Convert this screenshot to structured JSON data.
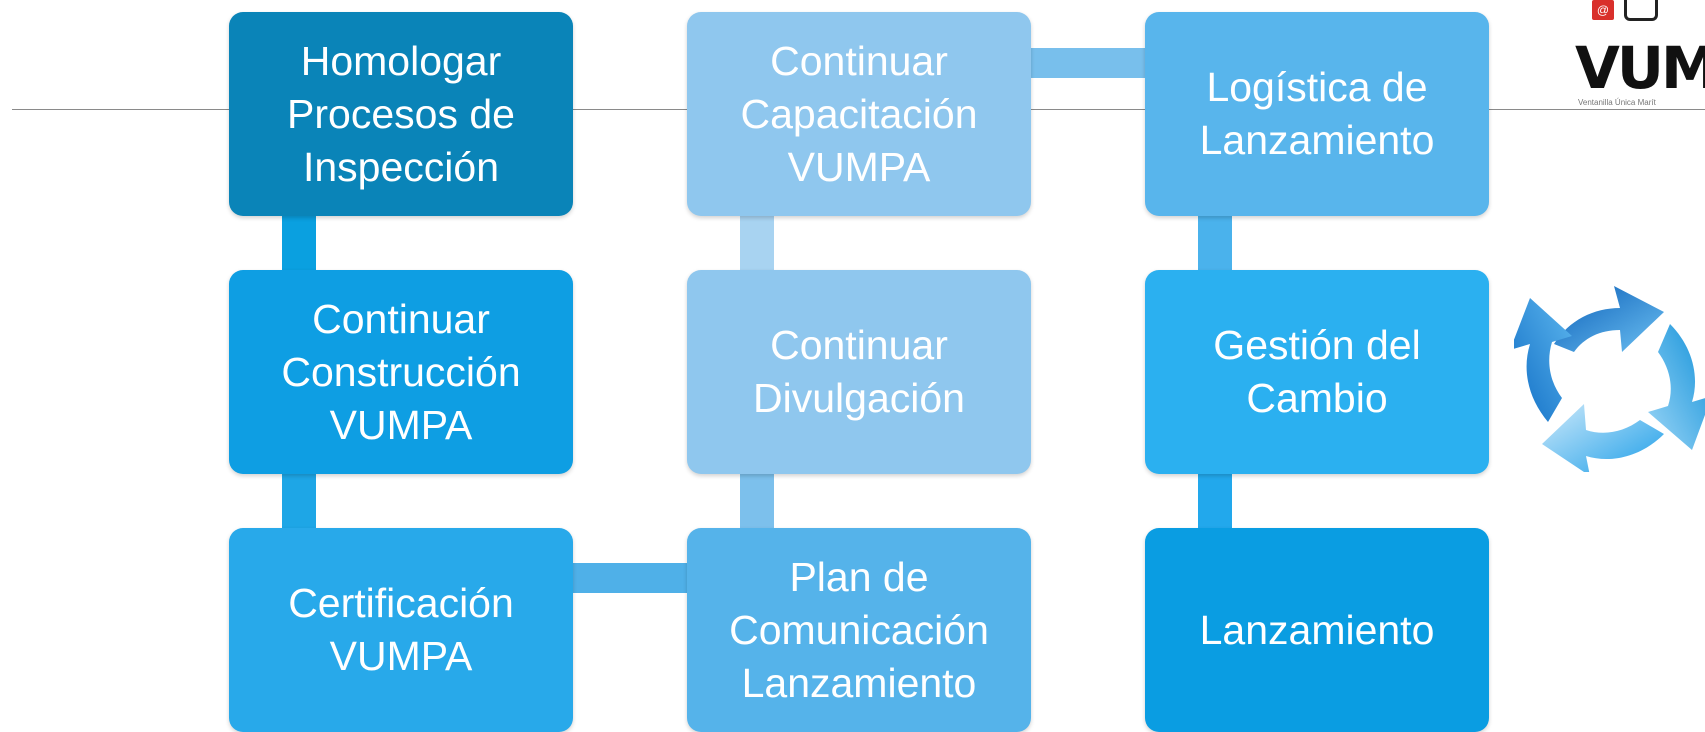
{
  "boxes": {
    "b1": "Homologar Procesos de Inspección",
    "b2": "Continuar Construcción VUMPA",
    "b3": "Certificación VUMPA",
    "b4": "Plan de Comunicación Lanzamiento",
    "b5": "Continuar Divulgación",
    "b6": "Continuar Capacitación VUMPA",
    "b7": "Logística de Lanzamiento",
    "b8": "Gestión del Cambio",
    "b9": "Lanzamiento"
  },
  "box_lines": {
    "b1": [
      "Homologar",
      "Procesos de",
      "Inspección"
    ],
    "b2": [
      "Continuar",
      "Construcción",
      "VUMPA"
    ],
    "b3": [
      "Certificación",
      "VUMPA"
    ],
    "b4": [
      "Plan de",
      "Comunicación",
      "Lanzamiento"
    ],
    "b5": [
      "Continuar",
      "Divulgación"
    ],
    "b6": [
      "Continuar",
      "Capacitación",
      "VUMPA"
    ],
    "b7": [
      "Logística de",
      "Lanzamiento"
    ],
    "b8": [
      "Gestión del",
      "Cambio"
    ],
    "b9": [
      "Lanzamiento"
    ]
  },
  "colors": {
    "b1": "#0a84b8",
    "b2": "#0e9ee3",
    "b3": "#28a9ea",
    "b4": "#55b3ea",
    "b5": "#8fc7ee",
    "b6": "#8fc7ee",
    "b7": "#58b5ec",
    "b8": "#2bb0f0",
    "b9": "#0a9de2",
    "connector_dark": "#0aa0e0",
    "connector_light": "#a8d3f1",
    "connector_mid": "#6fbde9",
    "rule": "#8a8a8a"
  },
  "logo": {
    "text": "VUM",
    "subtitle": "Ventanilla Única Marít",
    "mail_glyph": "@"
  },
  "icons": {
    "cycle": "refresh-cycle-icon",
    "mail": "mail-icon",
    "cart": "cart-icon"
  }
}
